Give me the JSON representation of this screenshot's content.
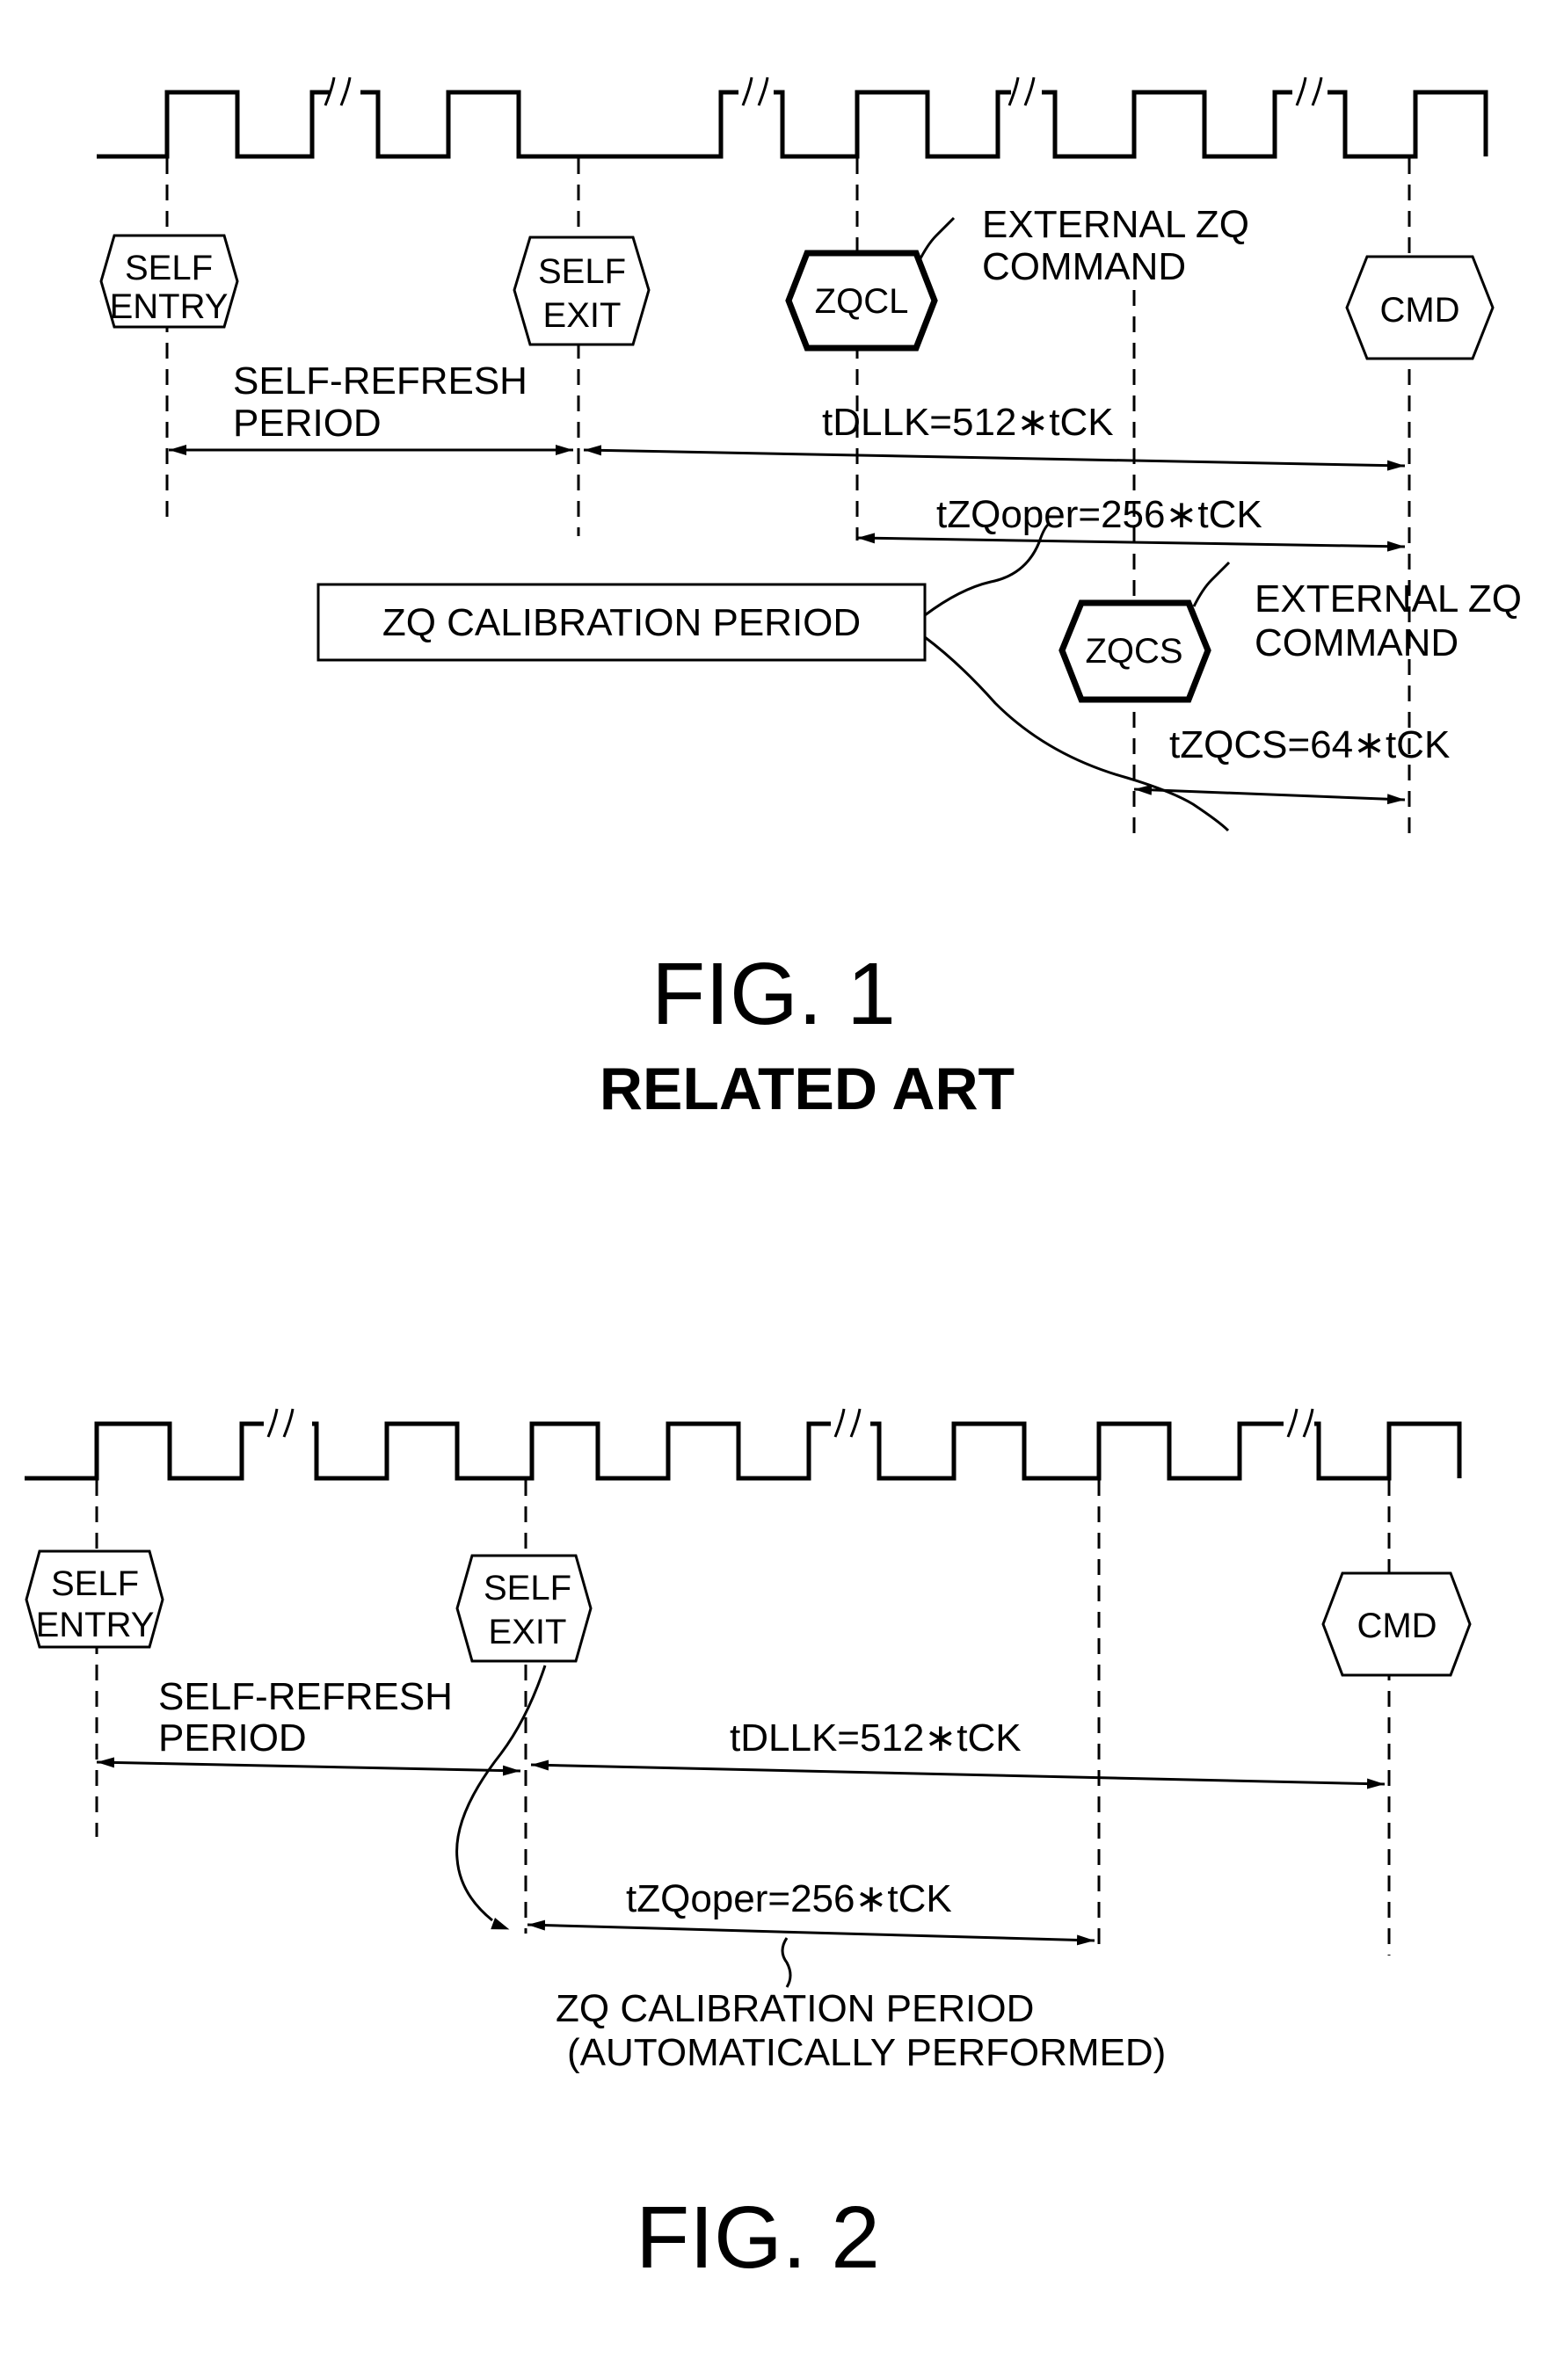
{
  "fig1": {
    "commands": {
      "self_entry": [
        "SELF",
        "ENTRY"
      ],
      "self_exit": [
        "SELF",
        "EXIT"
      ],
      "zqcl": "ZQCL",
      "cmd": "CMD",
      "zqcs": "ZQCS"
    },
    "labels": {
      "external_zq_1": [
        "EXTERNAL ZQ",
        "COMMAND"
      ],
      "external_zq_2": [
        "EXTERNAL ZQ",
        "COMMAND"
      ],
      "self_refresh_period": [
        "SELF-REFRESH",
        "PERIOD"
      ],
      "tdllk": "tDLLK=512∗tCK",
      "tzqoper": "tZQoper=256∗tCK",
      "zq_calibration_period": "ZQ CALIBRATION PERIOD",
      "tzqcs": "tZQCS=64∗tCK"
    },
    "caption": "FIG. 1",
    "subcaption": "RELATED ART"
  },
  "fig2": {
    "commands": {
      "self_entry": [
        "SELF",
        "ENTRY"
      ],
      "self_exit": [
        "SELF",
        "EXIT"
      ],
      "cmd": "CMD"
    },
    "labels": {
      "self_refresh_period": [
        "SELF-REFRESH",
        "PERIOD"
      ],
      "tdllk": "tDLLK=512∗tCK",
      "tzqoper": "tZQoper=256∗tCK",
      "zq_calibration_period": [
        "ZQ CALIBRATION PERIOD",
        "(AUTOMATICALLY PERFORMED)"
      ]
    },
    "caption": "FIG. 2"
  }
}
